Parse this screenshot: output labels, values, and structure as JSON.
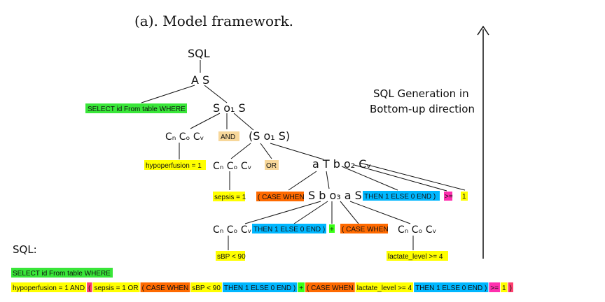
{
  "caption": "(a). Model framework.",
  "tree": {
    "root": "SQL",
    "n_as": "A S",
    "select_clause": "SELECT id From table WHERE",
    "n_so1s": "S o₁ S",
    "cond_group_1": "Cₙ Cₒ Cᵥ",
    "and_token": "AND",
    "n_paren_so1s": "(S o₁ S)",
    "hypoperfusion_value": "hypoperfusion = 1",
    "cond_group_2": "Cₙ Cₒ Cᵥ",
    "or_token": "OR",
    "n_atbo2cv": "a T b o₂ Cᵥ",
    "sepsis_value": "sepsis = 1",
    "case_when_1": "( CASE WHEN",
    "n_sbo3as": "S b o₃ a S",
    "then_else_1": "THEN 1 ELSE 0 END )",
    "gte_1": ">=",
    "one_value": "1",
    "cond_group_3": "Cₙ Cₒ Cᵥ",
    "then_else_2": "THEN 1 ELSE 0 END )",
    "plus_token": "+",
    "case_when_2": "( CASE WHEN",
    "cond_group_4": "Cₙ Cₒ Cᵥ",
    "sbp_value": "sBP < 90",
    "lactate_value": "lactate_level >= 4"
  },
  "direction_note": {
    "line1": "SQL Generation in",
    "line2": "Bottom-up direction"
  },
  "sql_label": "SQL:",
  "sql_line1": "SELECT id From table WHERE",
  "sql_line2_segments": [
    {
      "text": "hypoperfusion = 1 AND",
      "color": "#ffff00"
    },
    {
      "text": "(",
      "color": "#ff3c6e"
    },
    {
      "text": "sepsis = 1 OR",
      "color": "#ffff00"
    },
    {
      "text": "( CASE WHEN",
      "color": "#ff6a00"
    },
    {
      "text": "sBP < 90",
      "color": "#ffff00"
    },
    {
      "text": "THEN 1 ELSE 0 END )",
      "color": "#00b7ff"
    },
    {
      "text": "+",
      "color": "#39ff14"
    },
    {
      "text": "( CASE WHEN",
      "color": "#ff6a00"
    },
    {
      "text": "lactate_level >= 4",
      "color": "#ffff00"
    },
    {
      "text": "THEN 1 ELSE 0 END )",
      "color": "#00b7ff"
    },
    {
      "text": ">=",
      "color": "#ff2fae"
    },
    {
      "text": "1",
      "color": "#ffff00"
    },
    {
      "text": ")",
      "color": "#ff3c6e"
    }
  ],
  "colors": {
    "select": "#39e639",
    "value": "#ffff00",
    "keyword": "#f7d79a",
    "case": "#ff6a00",
    "then": "#00b7ff",
    "plus": "#39ff14",
    "gte": "#ff2fae",
    "paren": "#ff3c6e"
  }
}
